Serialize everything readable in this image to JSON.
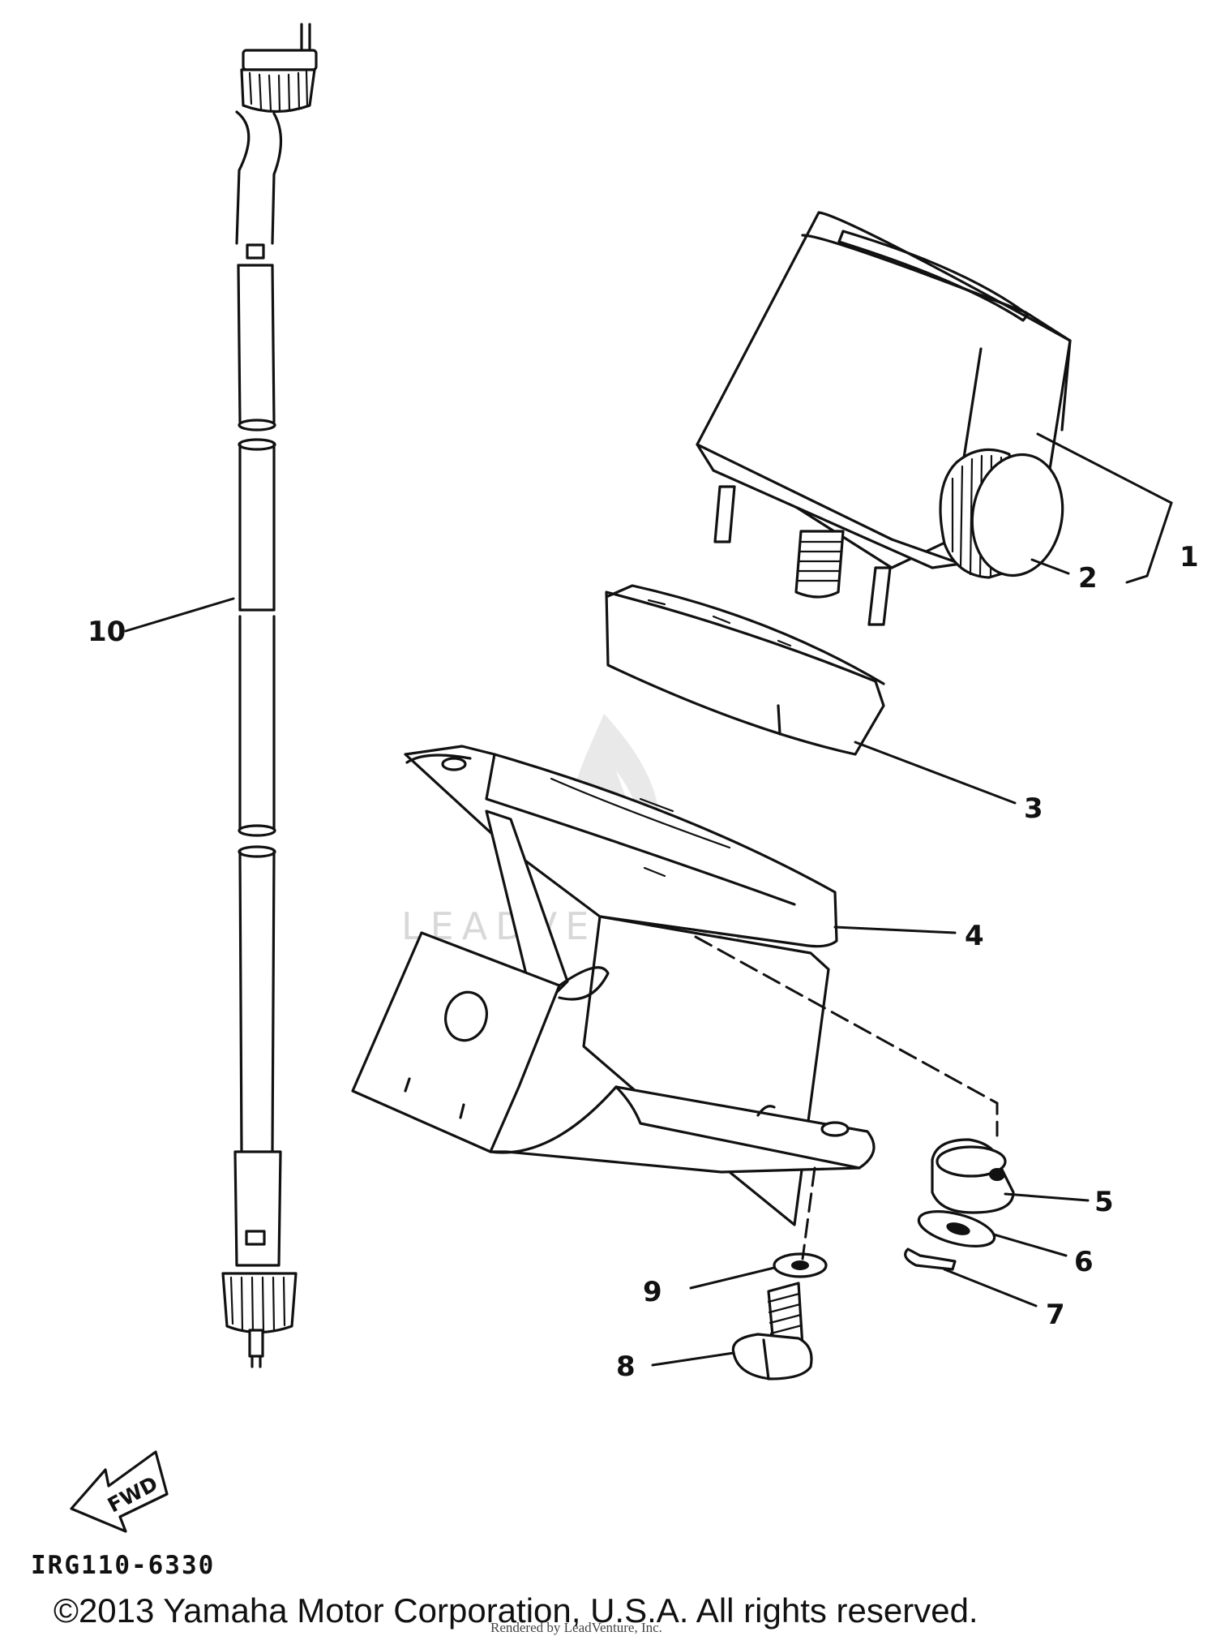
{
  "diagram_code": "IRG110-6330",
  "copyright": "©2013 Yamaha Motor Corporation, U.S.A. All rights reserved.",
  "rendered_by": "Rendered by LeadVenture, Inc.",
  "watermark": "LEADVENTURE",
  "fwd_label": "FWD",
  "callouts": {
    "c1": "1",
    "c2": "2",
    "c3": "3",
    "c4": "4",
    "c5": "5",
    "c6": "6",
    "c7": "7",
    "c8": "8",
    "c9": "9",
    "c10": "10"
  },
  "colors": {
    "ink": "#111111",
    "background": "#ffffff",
    "watermark": "#d8d8d8"
  }
}
